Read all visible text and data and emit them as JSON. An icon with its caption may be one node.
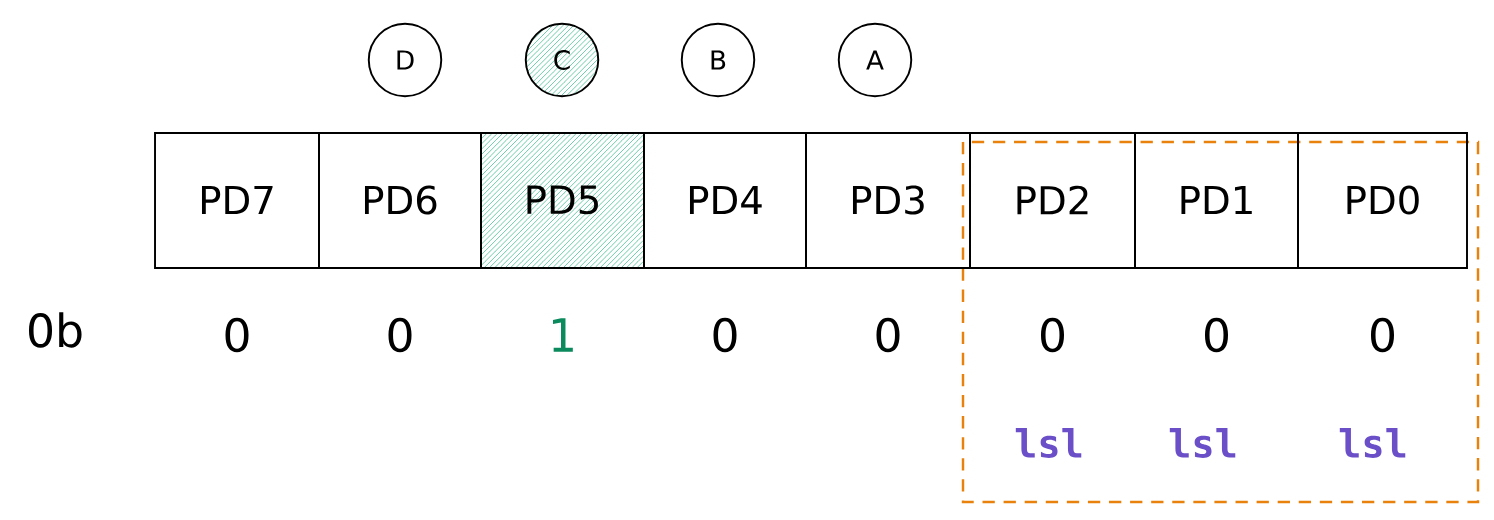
{
  "diagram": {
    "nodes": [
      {
        "text": [
          "D"
        ]
      },
      {
        "text": [
          "C"
        ]
      },
      {
        "text": [
          "B"
        ]
      },
      {
        "text": [
          "A"
        ]
      },
      {
        "text": [
          "PD7"
        ]
      },
      {
        "text": [
          "PD6"
        ]
      },
      {
        "text": [
          "PD5"
        ]
      },
      {
        "text": [
          "PD4"
        ]
      },
      {
        "text": [
          "PD3"
        ]
      },
      {
        "text": [
          "PD2"
        ]
      },
      {
        "text": [
          "PD1"
        ]
      },
      {
        "text": [
          "PD0"
        ]
      }
    ],
    "labels": [
      "0b",
      "0",
      "0",
      "1",
      "0",
      "0",
      "0",
      "0",
      "0",
      "lsl",
      "lsl",
      "lsl"
    ]
  }
}
